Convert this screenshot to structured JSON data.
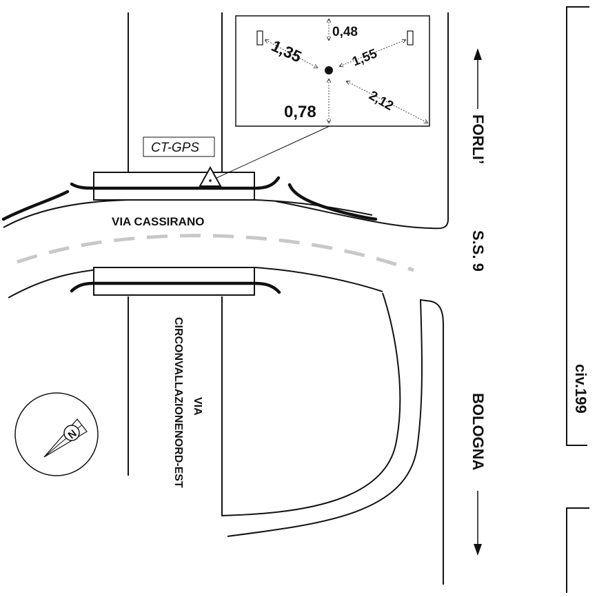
{
  "labels": {
    "ct_gps": "CT-GPS",
    "via_cassirano": "VIA  CASSIRANO",
    "via": "VIA",
    "circonvallazione": "CIRCONVALLAZIONENORD-EST",
    "forli": "FORLI’",
    "ss9": "S.S.  9",
    "bologna": "BOLOGNA",
    "civico": "civ.199"
  },
  "measurements": {
    "top": "0,48",
    "left": "1,35",
    "right": "1,55",
    "bottom": "0,78",
    "diagonal": "2,12"
  },
  "icons": {
    "compass": "north-arrow-icon",
    "station": "triangle-station-icon"
  },
  "colors": {
    "ink": "#111111",
    "centerline": "#c8c8c8"
  }
}
